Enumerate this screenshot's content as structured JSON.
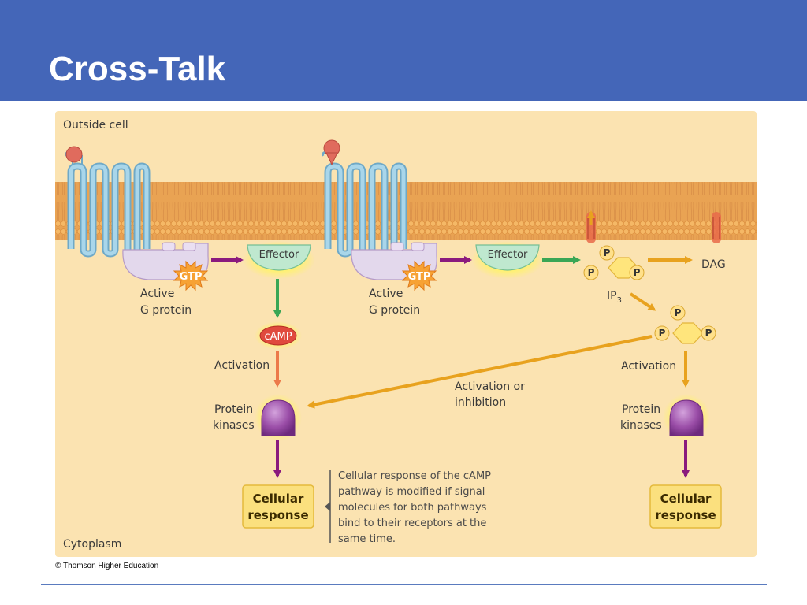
{
  "slide": {
    "title": "Cross-Talk",
    "copyright": "© Thomson Higher Education"
  },
  "diagram": {
    "outside_label": "Outside cell",
    "cytoplasm_label": "Cytoplasm",
    "left_pathway": {
      "effector": "Effector",
      "gtp": "GTP",
      "g_protein_line1": "Active",
      "g_protein_line2": "G protein",
      "camp": "cAMP",
      "activation": "Activation",
      "kinase_line1": "Protein",
      "kinase_line2": "kinases",
      "response_line1": "Cellular",
      "response_line2": "response"
    },
    "right_pathway": {
      "effector": "Effector",
      "gtp": "GTP",
      "g_protein_line1": "Active",
      "g_protein_line2": "G protein",
      "ip3": "IP",
      "ip3_subscript": "3",
      "dag": "DAG",
      "phosphate": "P",
      "activation": "Activation",
      "kinase_line1": "Protein",
      "kinase_line2": "kinases",
      "response_line1": "Cellular",
      "response_line2": "response"
    },
    "crosstalk_line1": "Activation or",
    "crosstalk_line2": "inhibition",
    "note_lines": [
      "Cellular response of the cAMP",
      "pathway is modified if signal",
      "molecules for both pathways",
      "bind to their receptors at the",
      "same time."
    ]
  },
  "colors": {
    "title_bar": "#4466b8",
    "panel": "#fbe3b1",
    "membrane": "#e9a353",
    "receptor": "#8ec3dc",
    "g_protein": "#e3d8ec",
    "kinase": "#9b4ea8",
    "response_box": "#fbe07e",
    "arrow_purple": "#8a1a7e",
    "arrow_green": "#3aa655",
    "arrow_orange": "#e8a21e"
  }
}
